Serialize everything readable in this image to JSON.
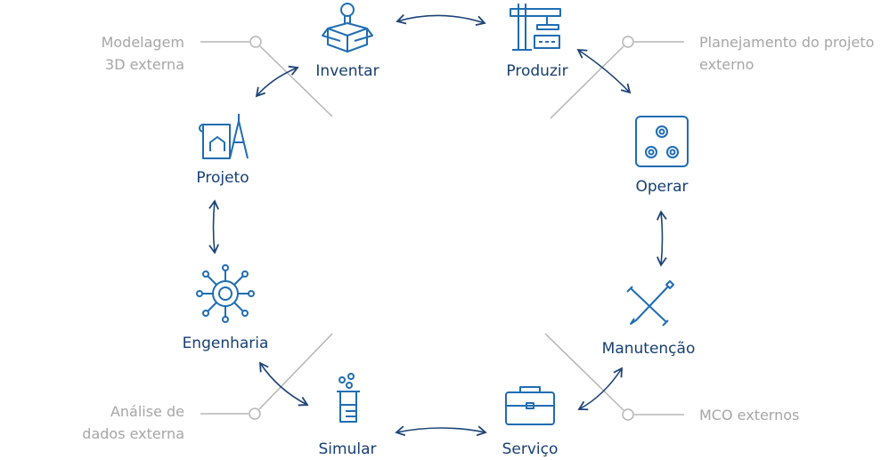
{
  "nodes": {
    "inventar": "Inventar",
    "produzir": "Produzir",
    "operar": "Operar",
    "manutencao": "Manutenção",
    "servico": "Serviço",
    "simular": "Simular",
    "engenharia": "Engenharia",
    "projeto": "Projeto"
  },
  "external": {
    "modelagem": [
      "Modelagem",
      "3D externa"
    ],
    "planejamento": [
      "Planejamento do projeto",
      "externo"
    ],
    "analise": [
      "Análise de",
      "dados externa"
    ],
    "mco": [
      "MCO externos"
    ]
  },
  "colors": {
    "text": "#173f73",
    "icon": "#1f6db3",
    "arrow": "#1d4477",
    "gray": "#a6a6a6"
  }
}
